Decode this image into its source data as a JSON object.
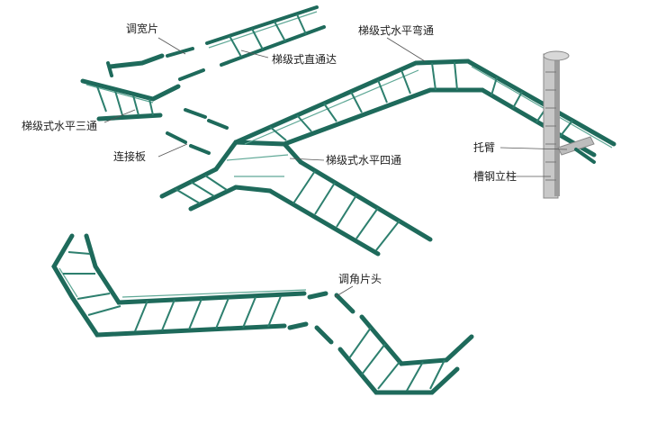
{
  "labels": {
    "adjust_width_plate": "调宽片",
    "straight_section": "梯级式直通达",
    "horizontal_elbow": "梯级式水平弯通",
    "horizontal_tee": "梯级式水平三通",
    "connecting_plate": "连接板",
    "horizontal_cross": "梯级式水平四通",
    "support_tube": "托臂",
    "channel_column": "槽钢立柱",
    "angle_adjust_plate": "调角片头"
  },
  "colors": {
    "tray_green": "#1e6a5b",
    "rung_green": "#2d7f6e",
    "highlight_green": "#5fa896",
    "column_gray": "#b8b8b8",
    "text": "#222222"
  }
}
